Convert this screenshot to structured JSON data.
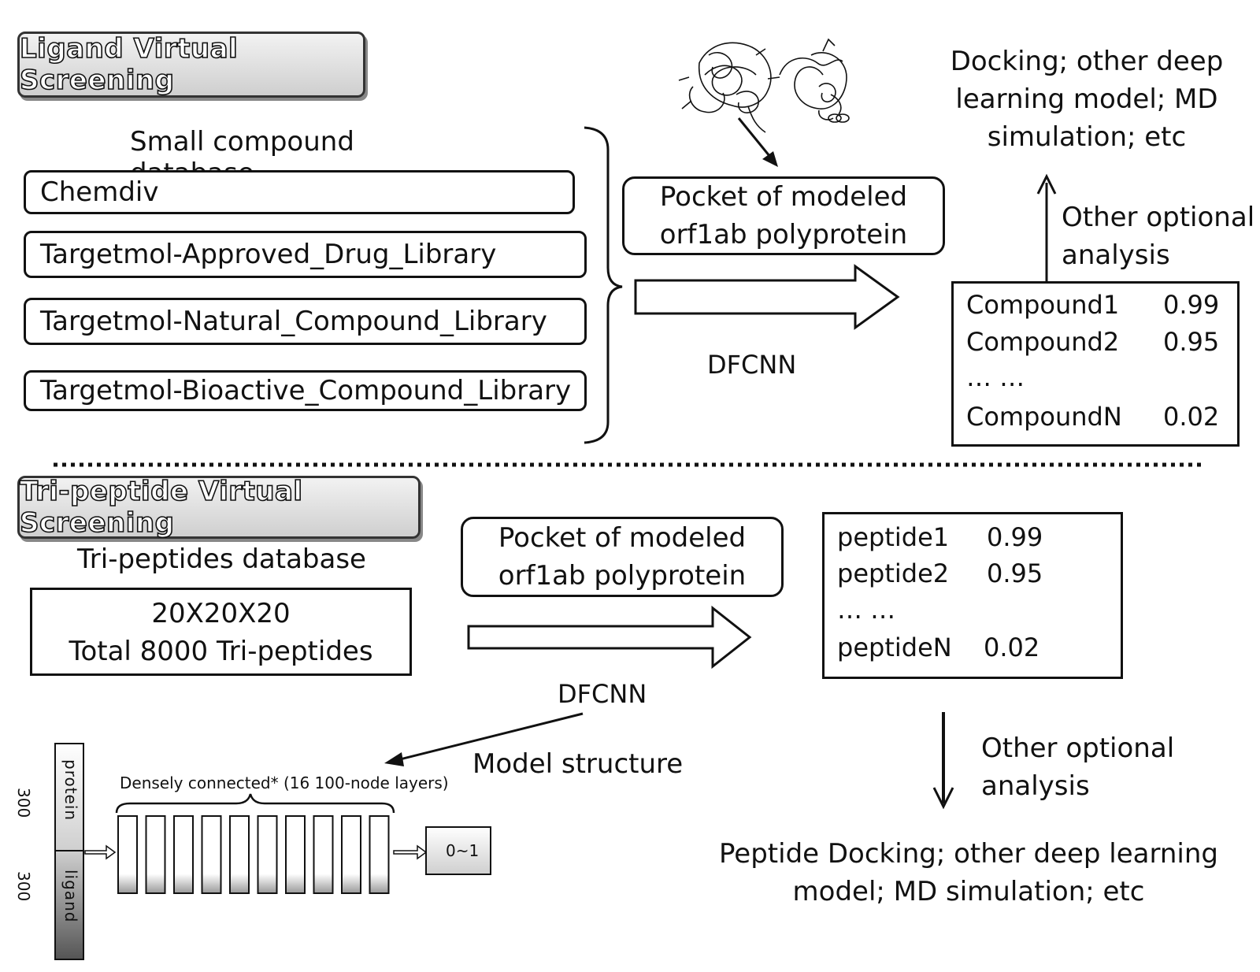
{
  "ligand": {
    "banner": "Ligand Virtual Screening",
    "db_title": "Small compound database",
    "libraries": [
      "Chemdiv",
      "Targetmol-Approved_Drug_Library",
      "Targetmol-Natural_Compound_Library",
      "Targetmol-Bioactive_Compound_Library"
    ],
    "pocket_line1": "Pocket of modeled",
    "pocket_line2": "orf1ab polyprotein",
    "method": "DFCNN",
    "downstream_line1": "Docking; other deep",
    "downstream_line2": "learning model; MD",
    "downstream_line3": "simulation; etc",
    "optional_line1": "Other optional",
    "optional_line2": "analysis",
    "results": [
      {
        "name": "Compound1",
        "score": "0.99"
      },
      {
        "name": "Compound2",
        "score": "0.95"
      },
      {
        "name": "… …",
        "score": ""
      },
      {
        "name": "CompoundN",
        "score": "0.02"
      }
    ]
  },
  "peptide": {
    "banner": "Tri-peptide Virtual Screening",
    "db_title": "Tri-peptides database",
    "db_line1": "20X20X20",
    "db_line2": "Total 8000 Tri-peptides",
    "pocket_line1": "Pocket of modeled",
    "pocket_line2": "orf1ab polyprotein",
    "method": "DFCNN",
    "model_label": "Model structure",
    "results": [
      {
        "name": "peptide1",
        "score": "0.99"
      },
      {
        "name": "peptide2",
        "score": "0.95"
      },
      {
        "name": "… …",
        "score": ""
      },
      {
        "name": "peptideN",
        "score": "0.02"
      }
    ],
    "optional_line1": "Other optional",
    "optional_line2": "analysis",
    "downstream_line1": "Peptide Docking; other deep learning",
    "downstream_line2": "model; MD simulation; etc"
  },
  "model": {
    "dense_label": "Densely connected* (16 100-node layers)",
    "protein_label": "protein",
    "ligand_label": "ligand",
    "protein_size": "300",
    "ligand_size": "300",
    "output_label": "0~1"
  }
}
